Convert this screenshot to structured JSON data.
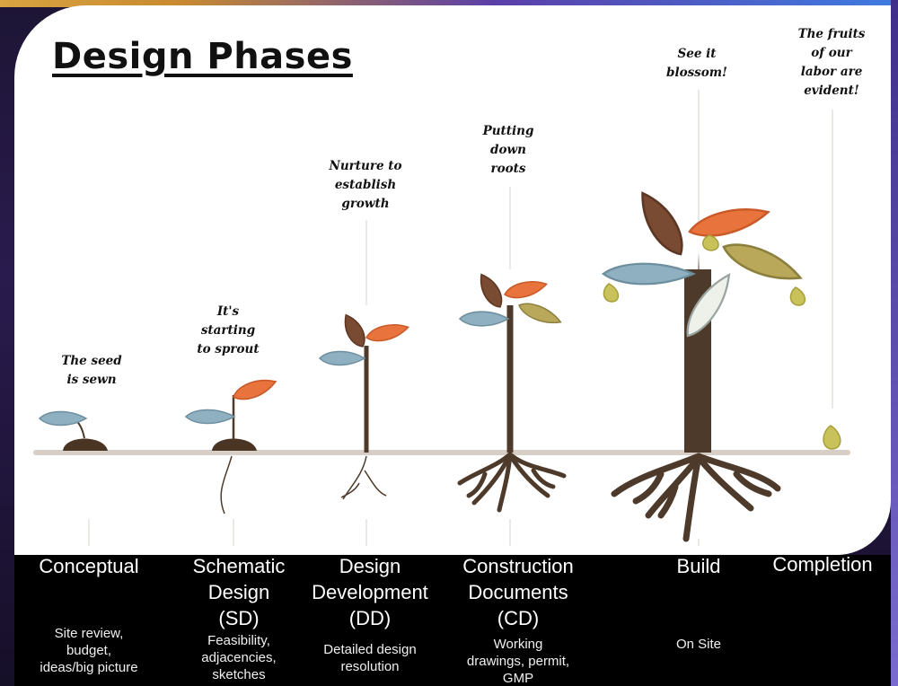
{
  "title": "Design Phases",
  "stages": [
    {
      "caption_lines": [
        "The seed",
        "is sewn"
      ],
      "name_lines": [
        "Conceptual"
      ],
      "desc_lines": [
        "Site review,",
        "budget,",
        "ideas/big picture"
      ]
    },
    {
      "caption_lines": [
        "It's",
        "starting",
        "to sprout"
      ],
      "name_lines": [
        "Schematic",
        "Design",
        "(SD)"
      ],
      "desc_lines": [
        "Feasibility,",
        "adjacencies,",
        "sketches"
      ]
    },
    {
      "caption_lines": [
        "Nurture to",
        "establish",
        "growth"
      ],
      "name_lines": [
        "Design",
        "Development",
        "(DD)"
      ],
      "desc_lines": [
        "Detailed design",
        "resolution"
      ]
    },
    {
      "caption_lines": [
        "Putting",
        "down",
        "roots"
      ],
      "name_lines": [
        "Construction",
        "Documents",
        "(CD)"
      ],
      "desc_lines": [
        "Working",
        "drawings, permit,",
        "GMP"
      ]
    },
    {
      "caption_lines": [
        "See it",
        "blossom!"
      ],
      "name_lines": [
        "Build"
      ],
      "desc_lines": [
        "On Site"
      ]
    },
    {
      "caption_lines": [
        "The fruits",
        "of our",
        "labor are",
        "evident!"
      ],
      "name_lines": [
        "Completion"
      ],
      "desc_lines": []
    }
  ],
  "colors": {
    "soil": "#4a3424",
    "stem": "#4e3a2a",
    "ground": "#d7cec6",
    "leaf_blue": "#8fb0c0",
    "leaf_orange": "#e8733d",
    "leaf_brown": "#7a4b33",
    "leaf_olive": "#b9a85a",
    "leaf_white": "#eef0ea",
    "fruit": "#c9c25a"
  }
}
